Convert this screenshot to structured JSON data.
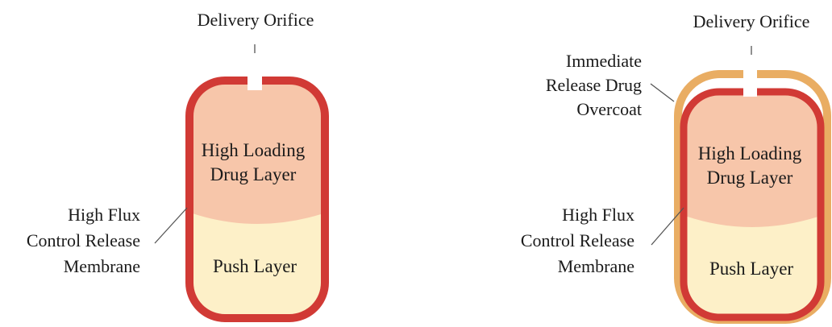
{
  "left_tablet": {
    "orifice_label": "Delivery Orifice",
    "drug_layer_line1": "High Loading",
    "drug_layer_line2": "Drug Layer",
    "push_layer": "Push Layer",
    "membrane_line1": "High Flux",
    "membrane_line2": "Control Release",
    "membrane_line3": "Membrane"
  },
  "right_tablet": {
    "orifice_label": "Delivery Orifice",
    "overcoat_line1": "Immediate",
    "overcoat_line2": "Release Drug",
    "overcoat_line3": "Overcoat",
    "drug_layer_line1": "High Loading",
    "drug_layer_line2": "Drug Layer",
    "push_layer": "Push Layer",
    "membrane_line1": "High Flux",
    "membrane_line2": "Control Release",
    "membrane_line3": "Membrane"
  },
  "colors": {
    "membrane": "#d13a35",
    "drug_layer": "#f7c6aa",
    "push_layer": "#fdf0c8",
    "overcoat": "#e9ad63",
    "leader_line": "#555555"
  }
}
